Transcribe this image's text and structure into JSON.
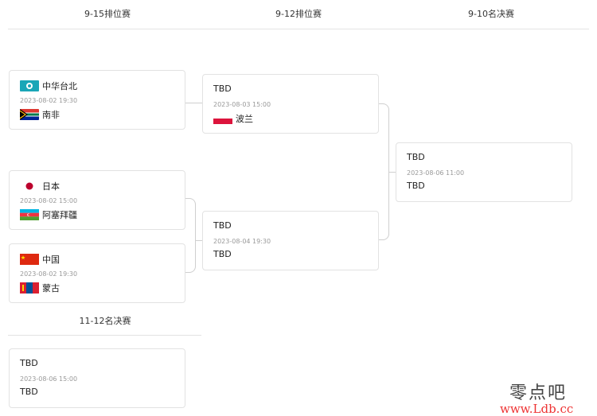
{
  "headers": {
    "col1": "9-15排位赛",
    "col2": "9-12排位赛",
    "col3": "9-10名决赛"
  },
  "matches": {
    "m1": {
      "team1": "中华台北",
      "date": "2023-08-02 19:30",
      "team2": "南非"
    },
    "m2": {
      "team1": "日本",
      "date": "2023-08-02 15:00",
      "team2": "阿塞拜疆"
    },
    "m3": {
      "team1": "中国",
      "date": "2023-08-02 19:30",
      "team2": "蒙古"
    },
    "m4": {
      "team1": "TBD",
      "date": "2023-08-03 15:00",
      "team2": "波兰"
    },
    "m5": {
      "team1": "TBD",
      "date": "2023-08-04 19:30",
      "team2": "TBD"
    },
    "m6": {
      "team1": "TBD",
      "date": "2023-08-06 11:00",
      "team2": "TBD"
    },
    "m7": {
      "team1": "TBD",
      "date": "2023-08-06 15:00",
      "team2": "TBD"
    }
  },
  "section": {
    "title": "11-12名决赛"
  },
  "watermark": {
    "line1": "零点吧",
    "line2": "www.Ldb.cc"
  },
  "colors": {
    "border": "#e2e2e2",
    "connector": "#cfcfcf",
    "muted": "#999999"
  },
  "flags": {
    "m1_team1": "chinese-taipei-flag",
    "m1_team2": "south-africa-flag",
    "m2_team1": "japan-flag",
    "m2_team2": "azerbaijan-flag",
    "m3_team1": "china-flag",
    "m3_team2": "mongolia-flag",
    "m4_team2": "poland-flag"
  }
}
